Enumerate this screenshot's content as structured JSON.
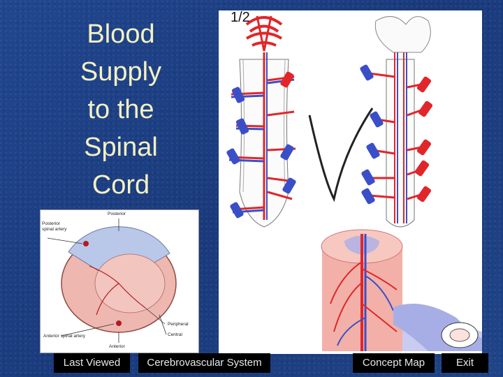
{
  "slide": {
    "title_lines": [
      "Blood",
      "Supply",
      "to the",
      "Spinal",
      "Cord"
    ],
    "page_indicator": "1/2"
  },
  "inset": {
    "labels": {
      "posterior": "Posterior",
      "posterior_spinal_artery_1": "Posterior",
      "posterior_spinal_artery_2": "spinal artery",
      "peripheral": "Peripheral",
      "central": "Central",
      "anterior_spinal_artery": "Anterior spinal artery",
      "anterior": "Anterior"
    }
  },
  "nav": {
    "last_viewed": "Last Viewed",
    "cerebrovascular": "Cerebrovascular System",
    "concept_map": "Concept Map",
    "exit": "Exit"
  },
  "colors": {
    "background": "#1d3f86",
    "title_text": "#f4f1c2",
    "artery_red": "#e0262a",
    "vein_blue": "#3a4fc7",
    "button_bg": "#000000"
  }
}
